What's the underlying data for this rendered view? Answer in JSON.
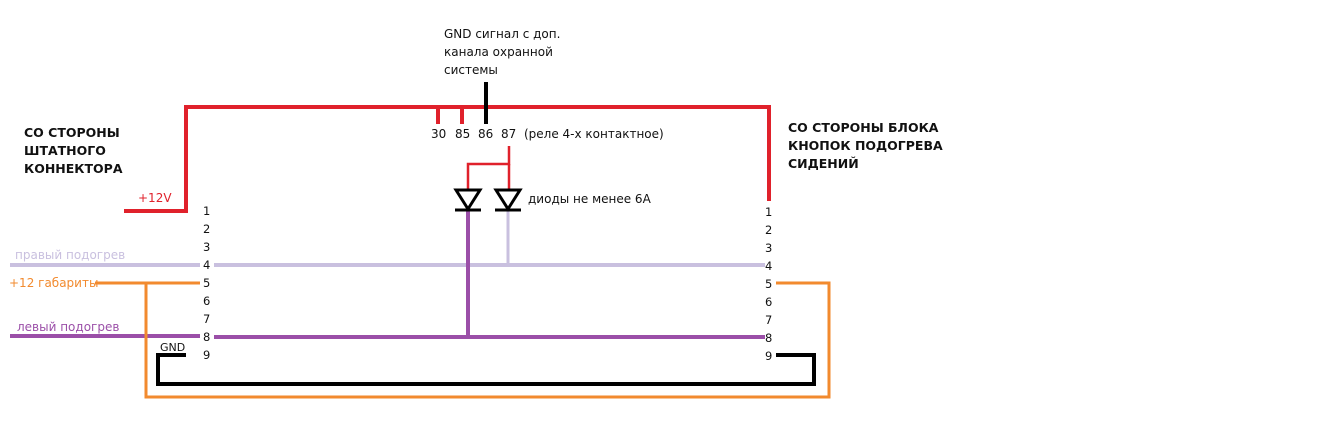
{
  "colors": {
    "red": "#e0212b",
    "black": "#000000",
    "purple": "#9b4fa8",
    "lavender": "#c9c0df",
    "orange": "#f28a2e",
    "text": "#111111"
  },
  "top_note": [
    "GND сигнал с доп.",
    "канала охранной",
    "системы"
  ],
  "left_title": [
    "СО СТОРОНЫ",
    "ШТАТНОГО",
    "КОННЕКТОРА"
  ],
  "right_title": [
    "СО СТОРОНЫ БЛОКА",
    "КНОПОК ПОДОГРЕВА",
    "СИДЕНИЙ"
  ],
  "relay": {
    "pins": [
      "30",
      "85",
      "86",
      "87"
    ],
    "note": "(реле 4-х контактное)"
  },
  "diodes_note": "диоды не менее 6А",
  "left_labels": {
    "plus12v": "+12V",
    "right_heat": "правый подогрев",
    "gabarity": "+12 габариты",
    "left_heat": "левый подогрев",
    "gnd": "GND"
  },
  "connector_pins": [
    "1",
    "2",
    "3",
    "4",
    "5",
    "6",
    "7",
    "8",
    "9"
  ]
}
